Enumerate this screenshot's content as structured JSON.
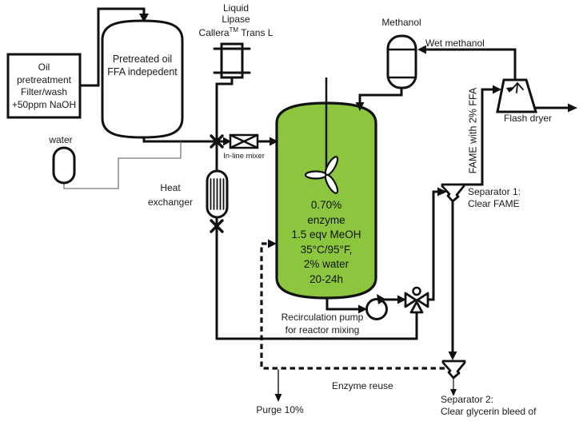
{
  "colors": {
    "reactor_fill": "#8CC63F",
    "line": "#111111",
    "thin_line": "#777777"
  },
  "labels": {
    "oil_box": {
      "lines": [
        "Oil",
        "pretreatment",
        "Filter/wash",
        "+50ppm NaOH"
      ]
    },
    "pretreated_vessel": {
      "lines": [
        "Pretreated oil",
        "FFA indepedent"
      ]
    },
    "lipase": {
      "line1": "Liquid",
      "line2": "Lipase",
      "line3_pre": "Callera",
      "line3_sup": "TM",
      "line3_post": " Trans L"
    },
    "water": "water",
    "inline_mixer": "In-line mixer",
    "heat_exchanger": {
      "lines": [
        "Heat",
        "exchanger"
      ]
    },
    "methanol": "Methanol",
    "wet_methanol": "Wet methanol",
    "reactor": {
      "lines": [
        "0.70%",
        "enzyme",
        "1.5 eqv MeOH",
        "35°C/95°F,",
        "2% water",
        "20-24h"
      ]
    },
    "fame": "FAME with 2% FFA",
    "flash_dryer": "Flash dryer",
    "separator1": {
      "lines": [
        "Separator 1:",
        "Clear FAME"
      ]
    },
    "separator2": {
      "lines": [
        "Separator 2:",
        "Clear glycerin bleed of"
      ]
    },
    "recirculation": {
      "lines": [
        "Recirculation pump",
        "for reactor mixing"
      ]
    },
    "enzyme_reuse": "Enzyme reuse",
    "purge": "Purge 10%"
  }
}
